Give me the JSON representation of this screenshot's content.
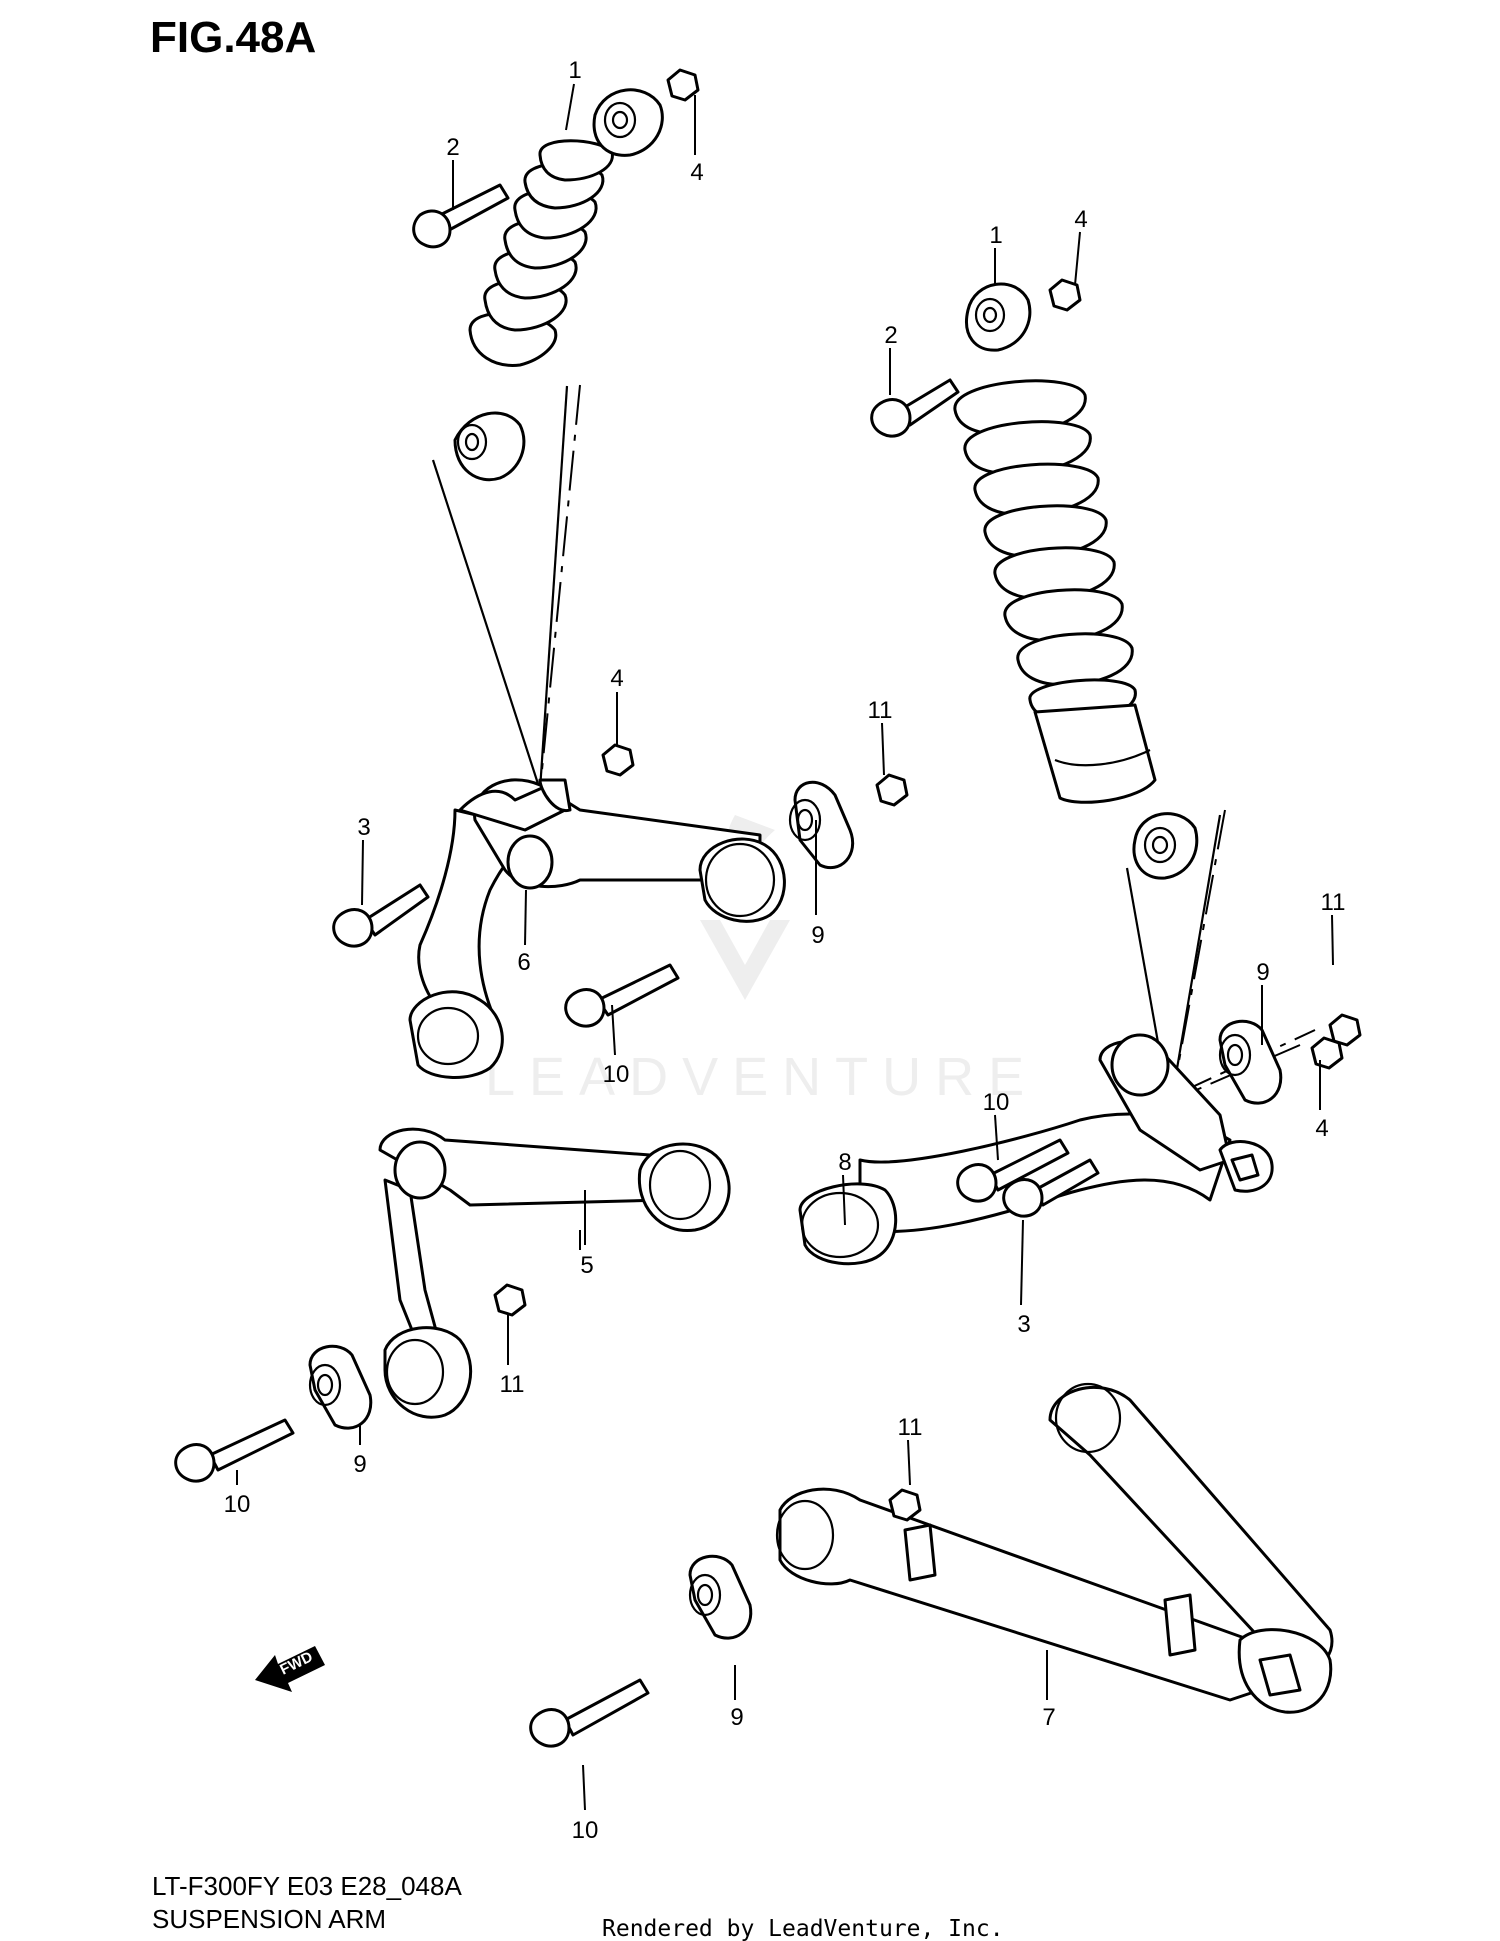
{
  "figure": {
    "title": "FIG.48A"
  },
  "callouts": [
    {
      "id": "c1a",
      "label": "1"
    },
    {
      "id": "c2a",
      "label": "2"
    },
    {
      "id": "c4a",
      "label": "4"
    },
    {
      "id": "c1b",
      "label": "1"
    },
    {
      "id": "c4b",
      "label": "4"
    },
    {
      "id": "c2b",
      "label": "2"
    },
    {
      "id": "c4c",
      "label": "4"
    },
    {
      "id": "c11a",
      "label": "11"
    },
    {
      "id": "c3a",
      "label": "3"
    },
    {
      "id": "c9a",
      "label": "9"
    },
    {
      "id": "c6",
      "label": "6"
    },
    {
      "id": "c10a",
      "label": "10"
    },
    {
      "id": "c11b",
      "label": "11"
    },
    {
      "id": "c9b",
      "label": "9"
    },
    {
      "id": "c10b",
      "label": "10"
    },
    {
      "id": "c4d",
      "label": "4"
    },
    {
      "id": "c8",
      "label": "8"
    },
    {
      "id": "c5",
      "label": "5"
    },
    {
      "id": "c3b",
      "label": "3"
    },
    {
      "id": "c11c",
      "label": "11"
    },
    {
      "id": "c9c",
      "label": "9"
    },
    {
      "id": "c10c",
      "label": "10"
    },
    {
      "id": "c11d",
      "label": "11"
    },
    {
      "id": "c7",
      "label": "7"
    },
    {
      "id": "c9d",
      "label": "9"
    },
    {
      "id": "c10d",
      "label": "10"
    }
  ],
  "fwd_marker": "FWD",
  "watermark": "LEADVENTURE",
  "footer": {
    "model_code": "LT-F300FY E03 E28_048A",
    "section_name": "SUSPENSION ARM",
    "credit": "Rendered by LeadVenture, Inc."
  }
}
